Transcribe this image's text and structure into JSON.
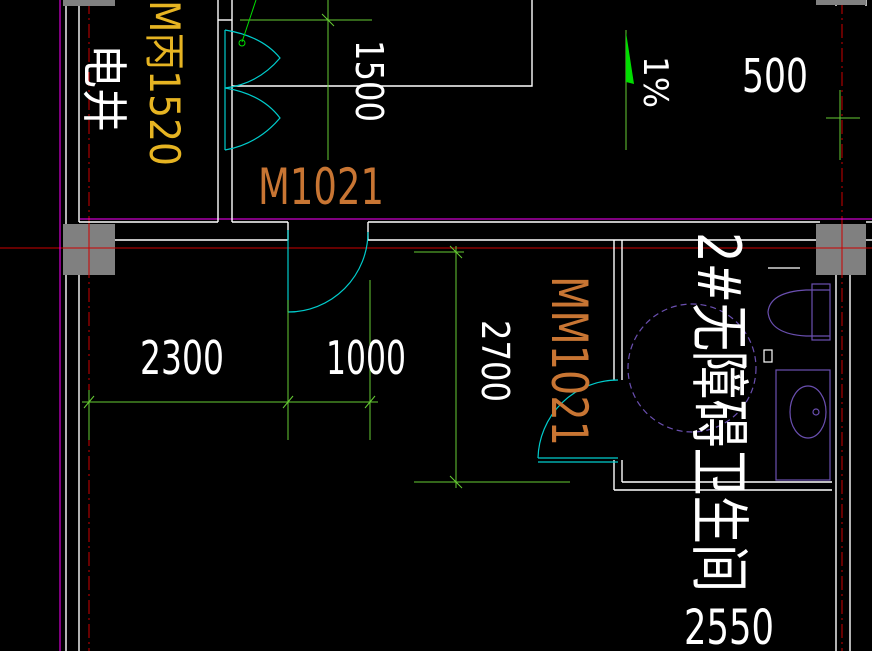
{
  "colors": {
    "background": "#000000",
    "wall": "#ffffff",
    "column": "#808080",
    "axis": "#cc0000",
    "magenta": "#ff00ff",
    "dimension": "#66cc33",
    "door": "#00cccc",
    "label_orange": "#c87533",
    "label_yellow": "#e6b422",
    "fixture": "#6a4fb0",
    "arrow": "#00dd00"
  },
  "labels": {
    "dim_1500": "1500",
    "dim_500": "500",
    "slope": "1%",
    "door_m1021": "M1021",
    "dim_2300": "2300",
    "dim_1000": "1000",
    "dim_2700": "2700",
    "door_mm1021": "MM1021",
    "room_toilet": "2#无障碍卫生间",
    "dim_2550": "2550",
    "room_electric": "电井",
    "door_fm": "M丙1520"
  }
}
